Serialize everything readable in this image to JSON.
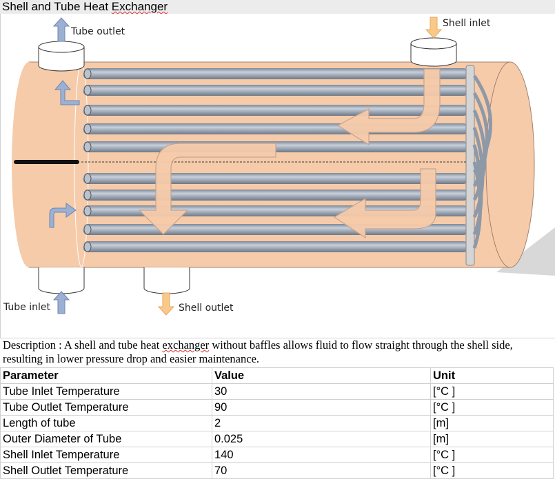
{
  "title": {
    "prefix": "Shell and Tube Heat ",
    "misspelled": "Exchanger"
  },
  "diagram": {
    "labels": {
      "tube_outlet": "Tube outlet",
      "shell_inlet": "Shell inlet",
      "tube_inlet": "Tube inlet",
      "shell_outlet": "Shell outlet"
    },
    "colors": {
      "shell": "#F6CBAA",
      "tube": "#A9B4C3",
      "flow_arrow": "#F6CBAA",
      "tube_arrow": "#9BB0D3",
      "nozzle_arrow": "#F9C98A"
    }
  },
  "description": {
    "before": "Description : A shell and tube heat ",
    "misspelled": "exchanger",
    "after": " without baffles allows fluid to flow straight through the shell side, resulting in lower pressure drop and easier maintenance."
  },
  "table": {
    "headers": [
      "Parameter",
      "Value",
      "Unit"
    ],
    "rows": [
      [
        "Tube Inlet Temperature",
        "30",
        "[°C ]"
      ],
      [
        "Tube Outlet Temperature",
        "90",
        "[°C ]"
      ],
      [
        "Length of tube",
        "2",
        "[m]"
      ],
      [
        "Outer Diameter of Tube",
        "0.025",
        "[m]"
      ],
      [
        "Shell Inlet Temperature",
        "140",
        "[°C ]"
      ],
      [
        "Shell Outlet Temperature",
        "70",
        "[°C ]"
      ]
    ]
  }
}
